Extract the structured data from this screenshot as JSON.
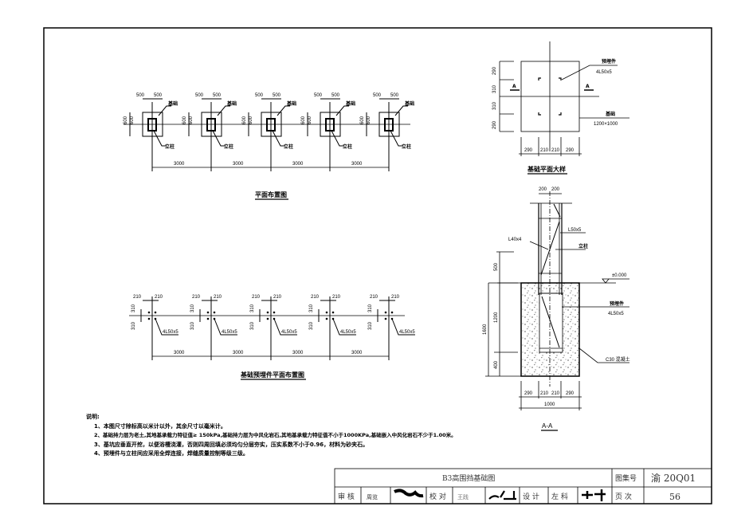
{
  "plan_layout": {
    "title": "平面布置图",
    "pitch_label": "3000",
    "half_width_label": "500",
    "half_height_label": "600",
    "foundation_label": "基础",
    "column_label": "立柱",
    "column_count": 5
  },
  "embed_layout": {
    "title": "基础预埋件平面布置图",
    "pitch_label": "3000",
    "x_offset_label": "210",
    "y_offset_label": "310",
    "embed_label": "4L50x5"
  },
  "foundation_plan_detail": {
    "title": "基础平面大样",
    "section_mark": "A",
    "dims_vertical": [
      "290",
      "310",
      "310",
      "290"
    ],
    "dims_horizontal": [
      "290",
      "210",
      "210",
      "290"
    ],
    "embed_label": "预埋件",
    "embed_spec": "4L50x5",
    "foundation_label": "基础",
    "foundation_size": "1200×1000"
  },
  "section_aa": {
    "title": "A-A",
    "top_dims": [
      "200",
      "200"
    ],
    "angle_l40": "L40x4",
    "angle_l50": "L50x5",
    "column_label": "立柱",
    "elevation": "±0.000",
    "embed_label": "预埋件",
    "embed_spec": "4L50x5",
    "concrete": "C30 混凝土",
    "dim_above": "500",
    "dim_embed": "1200",
    "dim_below": "400",
    "dim_total": "1600",
    "bottom_dims": [
      "290",
      "210",
      "210",
      "290"
    ],
    "bottom_total": "1000"
  },
  "notes": {
    "heading": "说明:",
    "items": [
      "1、本图尺寸除标高以米计以外，其余尺寸以毫米计。",
      "2、基础持力层为老土,其地基承载力特征值≥ 150kPa,基础持力层为中风化岩石,其地基承载力特征值不小于1000KPa,基础嵌入中风化岩石不少于1.00米。",
      "3、基坑应垂直开挖，以便浴槽浇灌，否则四周回填必须均匀分层夯实，压实系数不小于0.96，材料为砂夹石。",
      "4、预埋件与立柱间应采用全焊连接，焊缝质量控制等级三级。"
    ]
  },
  "title_block": {
    "drawing_name": "B3高围挡基础图",
    "atlas_label": "图集号",
    "atlas_no": "渝 20Q01",
    "review_label": "审 核",
    "reviewer": "周览",
    "check_label": "校 对",
    "checker": "王践",
    "design_label": "设 计",
    "designer": "左 科",
    "page_label": "页 次",
    "page_no": "56"
  }
}
